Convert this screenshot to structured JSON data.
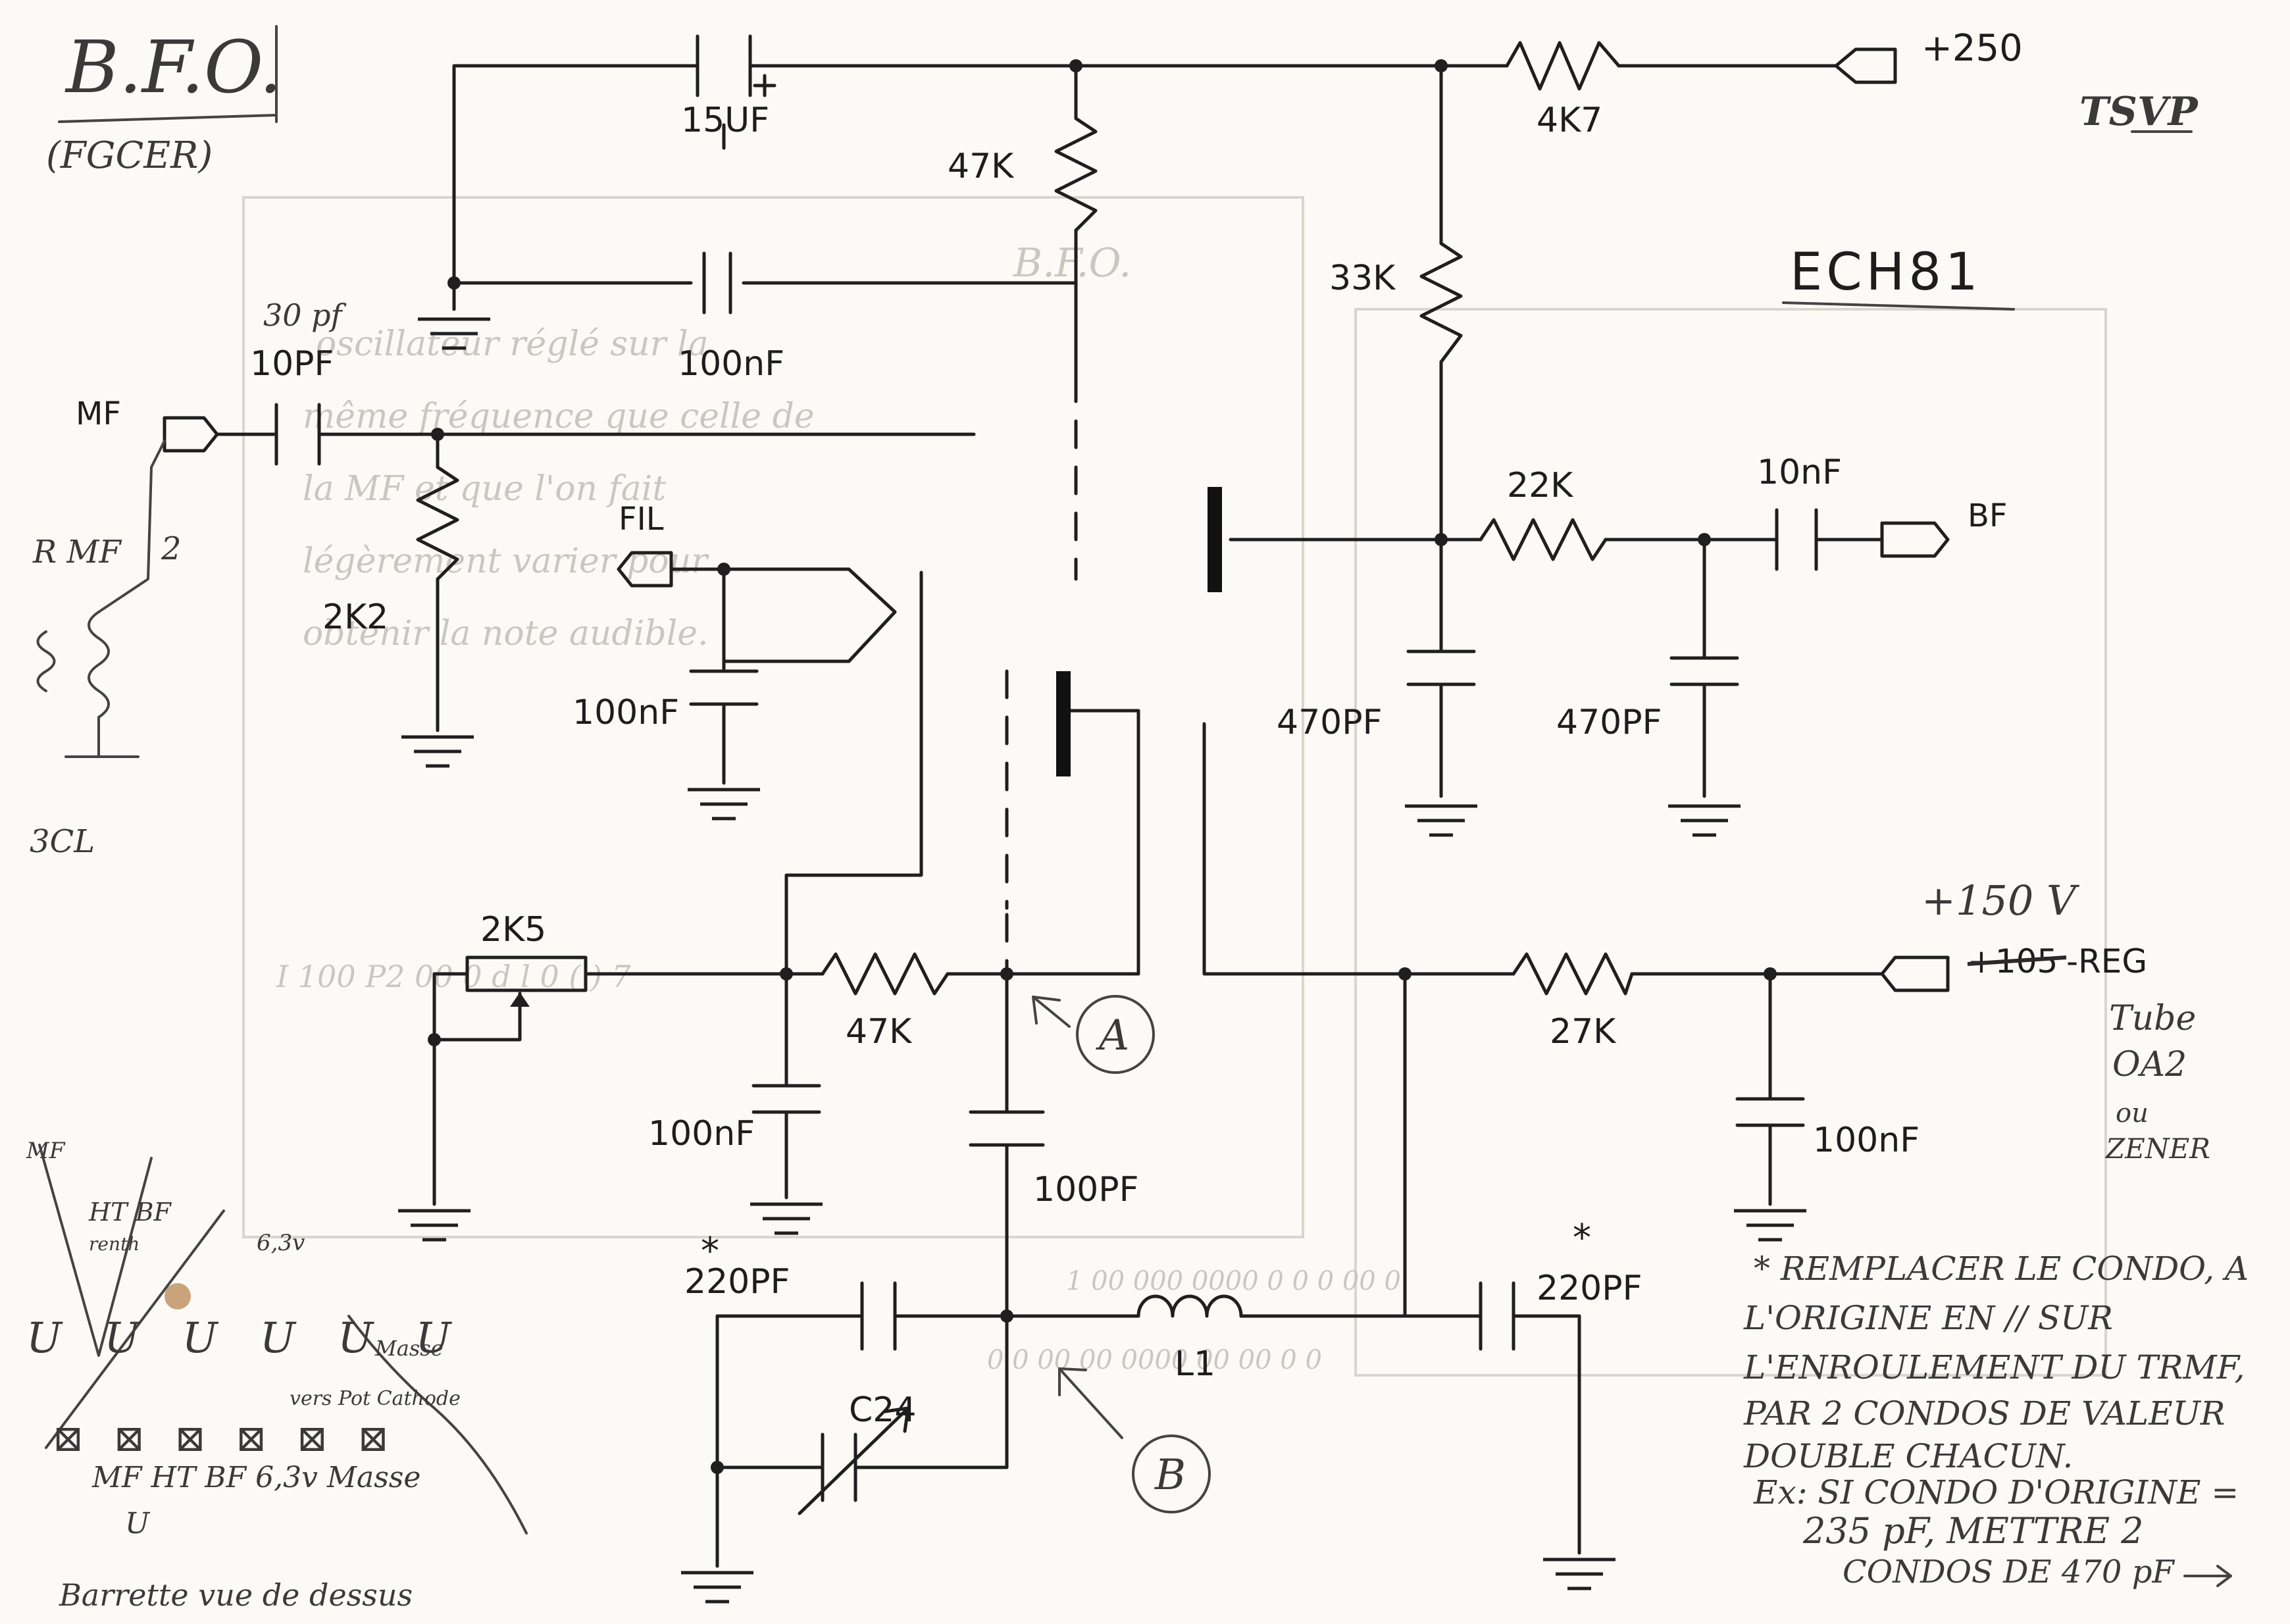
{
  "title": "B.F.O.",
  "subtitle": "(FGCER)",
  "tube": "ECH81",
  "tsvp": "TSVP",
  "supply_250": "+250",
  "supply_150": "+150 V",
  "supply_105_struck": "+105",
  "reg": "-REG",
  "tube_note": [
    "Tube",
    "OA2",
    "ou",
    "ZENER"
  ],
  "ports": {
    "mf": "MF",
    "fil": "FIL",
    "bf": "BF"
  },
  "components": {
    "c15uf": "15UF",
    "r47k_top": "47K",
    "r4k7": "4K7",
    "r33k": "33K",
    "c100nf_top": "100nF",
    "c10pf": "10PF",
    "c10pf_note": "30 pf",
    "r2k2": "2K2",
    "c100nf_fil": "100nF",
    "r22k": "22K",
    "c10nf": "10nF",
    "c470pf_a": "470PF",
    "c470pf_b": "470PF",
    "pot2k5": "2K5",
    "r47k_mid": "47K",
    "c100nf_pot": "100nF",
    "c100pf": "100PF",
    "c220pf_a": "220PF",
    "c220pf_b": "220PF",
    "c24": "C24",
    "l1": "L1",
    "r27k": "27K",
    "c100nf_reg": "100nF"
  },
  "markers": {
    "a": "A",
    "b": "B",
    "asterisk": "*"
  },
  "margin_notes": {
    "rmf": "R MF",
    "rmf_num": "2",
    "bcl": "3CL",
    "mf_small": "MF",
    "ht_bf": "HT BF",
    "ht_sub": "renth",
    "v63_top": "6,3v",
    "masse1": "Masse",
    "vers_pot": "vers Pot Cathode",
    "bottom_row": "MF HT BF 6,3v  Masse",
    "bottom_sub": "U",
    "barrette": "Barrette vue de dessus"
  },
  "remplacer_note": [
    "* REMPLACER LE CONDO, A",
    "L'ORIGINE EN // SUR",
    "L'ENROULEMENT DU TRMF,",
    "PAR 2 CONDOS DE VALEUR",
    "DOUBLE CHACUN.",
    "Ex: SI CONDO D'ORIGINE =",
    "235 pF, METTRE 2",
    "CONDOS DE 470 pF"
  ]
}
